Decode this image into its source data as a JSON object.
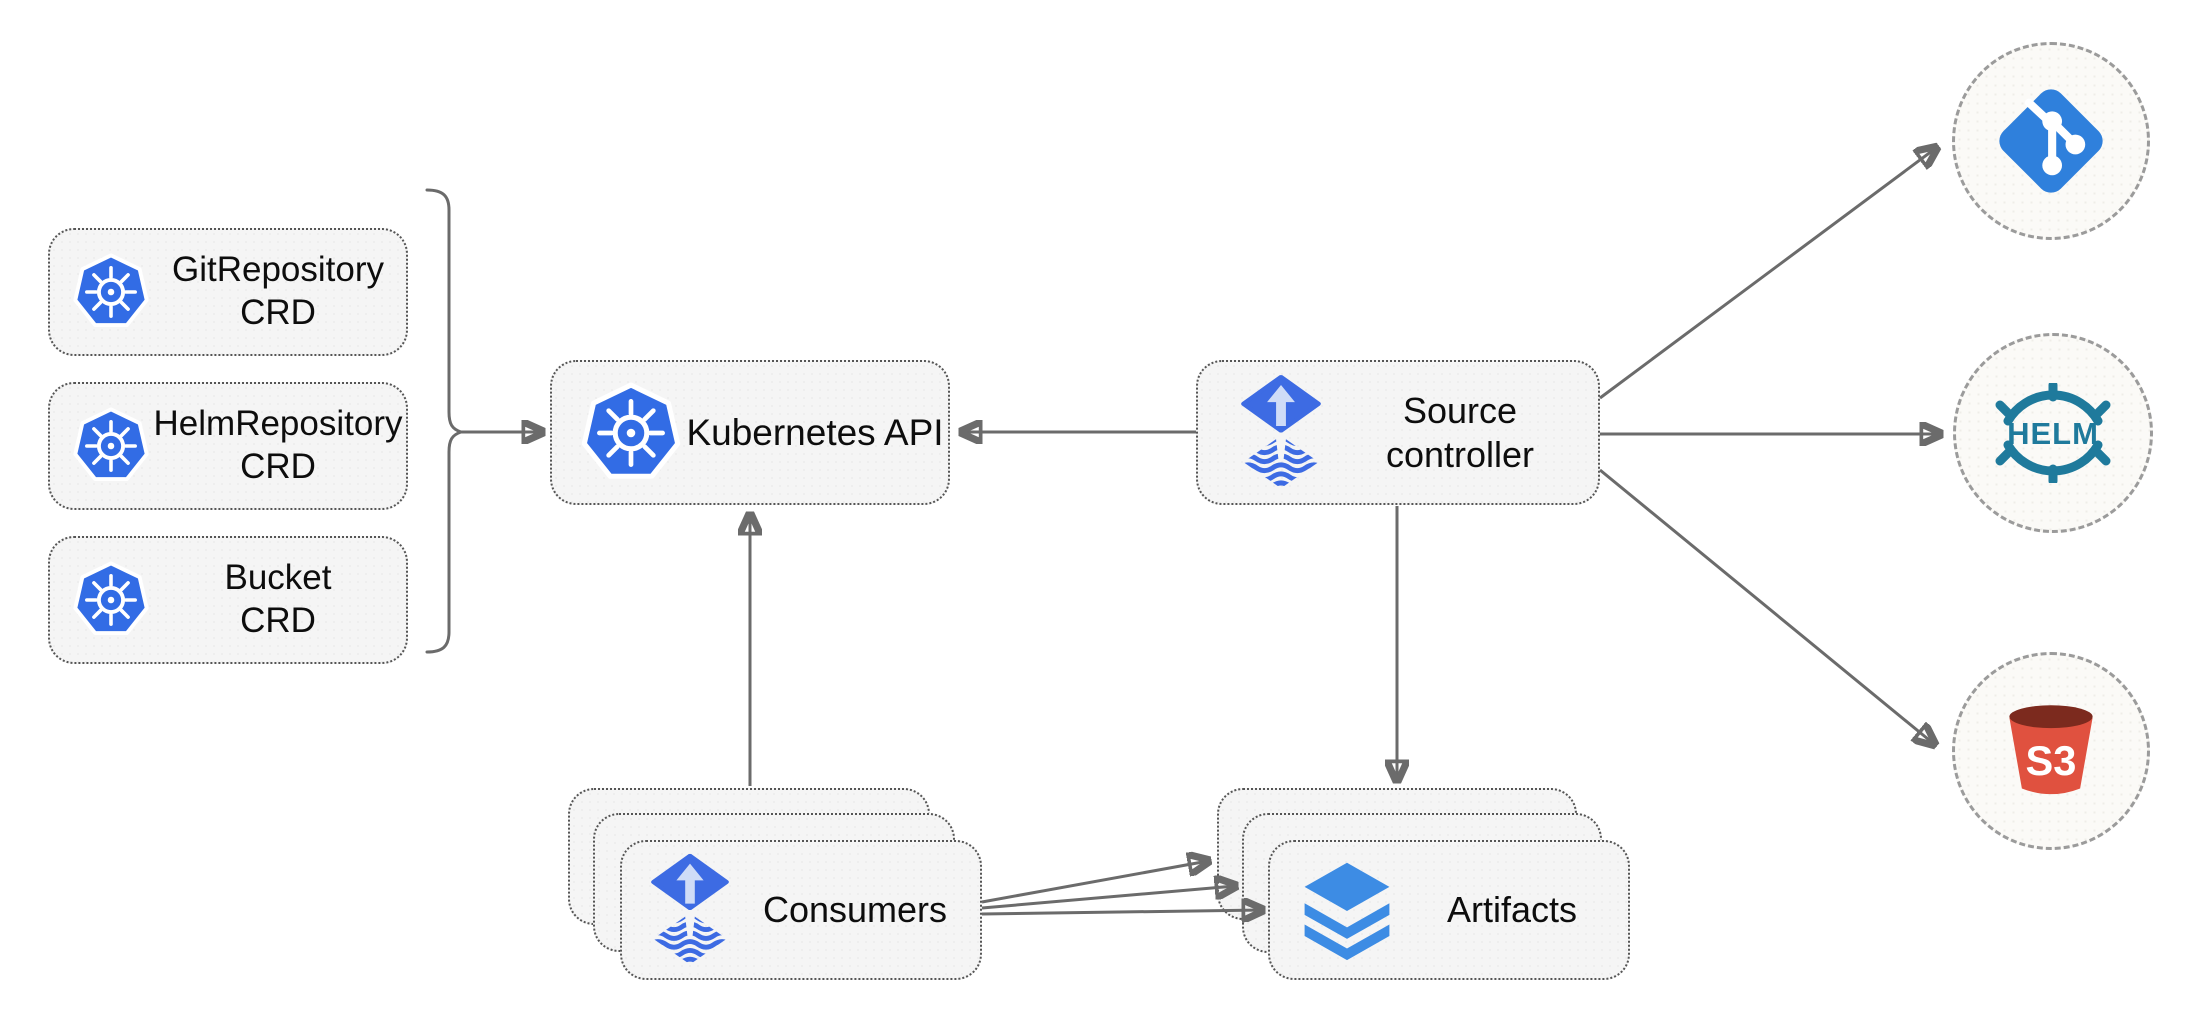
{
  "diagram": {
    "crd_boxes": [
      {
        "label": "GitRepository\nCRD",
        "icon": "kubernetes-icon"
      },
      {
        "label": "HelmRepository\nCRD",
        "icon": "kubernetes-icon"
      },
      {
        "label": "Bucket\nCRD",
        "icon": "kubernetes-icon"
      }
    ],
    "kubernetes_api": {
      "label": "Kubernetes API",
      "icon": "kubernetes-icon"
    },
    "source_controller": {
      "label": "Source\ncontroller",
      "icon": "flux-icon"
    },
    "consumers": {
      "label": "Consumers",
      "icon": "flux-icon"
    },
    "artifacts": {
      "label": "Artifacts",
      "icon": "layers-icon"
    },
    "external_endpoints": [
      {
        "name": "git",
        "icon": "git-icon",
        "label": ""
      },
      {
        "name": "helm",
        "icon": "helm-icon",
        "label": "HELM"
      },
      {
        "name": "s3",
        "icon": "s3-bucket-icon",
        "label": "S3"
      }
    ],
    "edges": [
      {
        "from": "crd-bracket",
        "to": "kubernetes-api"
      },
      {
        "from": "source-controller",
        "to": "kubernetes-api"
      },
      {
        "from": "consumers",
        "to": "kubernetes-api"
      },
      {
        "from": "source-controller",
        "to": "artifacts"
      },
      {
        "from": "source-controller",
        "to": "git"
      },
      {
        "from": "source-controller",
        "to": "helm"
      },
      {
        "from": "source-controller",
        "to": "s3"
      },
      {
        "from": "consumers",
        "to": "artifacts"
      },
      {
        "from": "consumers",
        "to": "artifacts"
      },
      {
        "from": "consumers",
        "to": "artifacts"
      }
    ],
    "colors": {
      "kubernetes_blue": "#326ce5",
      "flux_blue": "#3d6be3",
      "flux_arrow_light": "#cfdcf7",
      "layers_blue": "#3d8ce4",
      "git_blue": "#2f80dc",
      "helm_teal": "#1f7a9c",
      "s3_red": "#e0513f",
      "s3_dark_red": "#7c2a1e",
      "connector_gray": "#6b6b6b",
      "node_fill": "#f5f5f5"
    }
  }
}
